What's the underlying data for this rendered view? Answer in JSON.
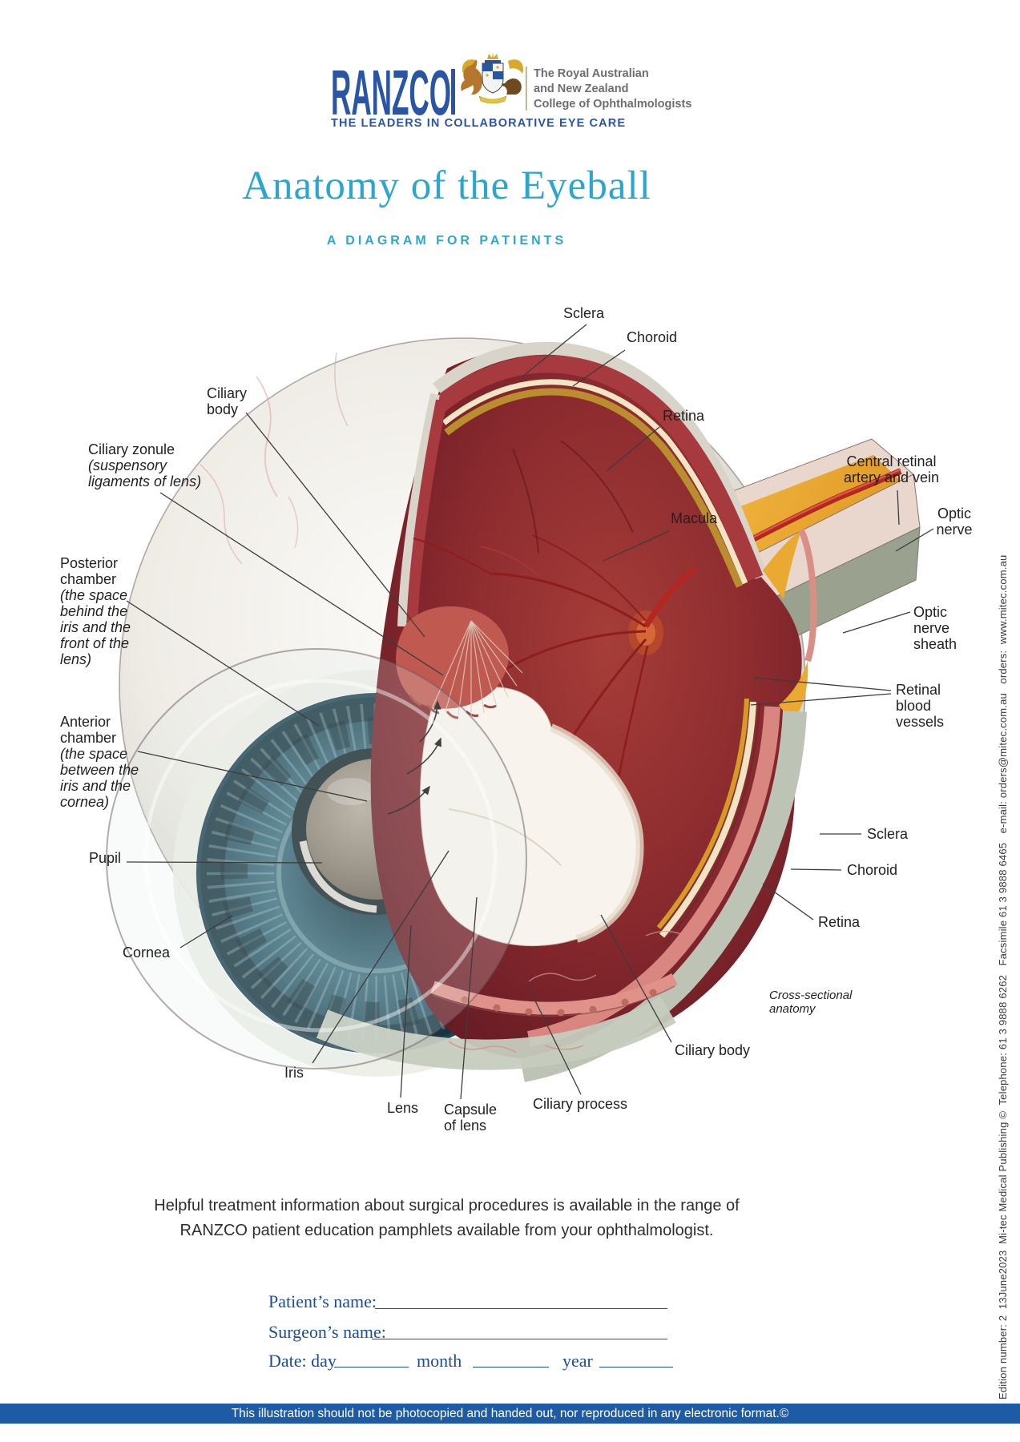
{
  "header": {
    "logo_text": "RANZCO",
    "org_name_lines": [
      "The Royal Australian",
      "and New Zealand",
      "College of Ophthalmologists"
    ],
    "tagline": "THE LEADERS IN COLLABORATIVE EYE CARE"
  },
  "title": "Anatomy of the Eyeball",
  "subtitle": "A DIAGRAM FOR PATIENTS",
  "diagram": {
    "caption_lines": [
      "Cross-sectional",
      "anatomy"
    ],
    "labels": {
      "sclera_top": "Sclera",
      "choroid_top": "Choroid",
      "retina_top": "Retina",
      "macula": "Macula",
      "central_retinal_artery_and_vein": [
        "Central retinal",
        "artery and vein"
      ],
      "optic_nerve": [
        "Optic",
        "nerve"
      ],
      "optic_nerve_sheath": [
        "Optic",
        "nerve",
        "sheath"
      ],
      "retinal_blood_vessels": [
        "Retinal",
        "blood",
        "vessels"
      ],
      "sclera_right": "Sclera",
      "choroid_right": "Choroid",
      "retina_right": "Retina",
      "ciliary_body_right": "Ciliary body",
      "ciliary_process": "Ciliary process",
      "capsule_of_lens": [
        "Capsule",
        "of lens"
      ],
      "lens": "Lens",
      "iris": "Iris",
      "cornea": "Cornea",
      "pupil": "Pupil",
      "anterior_chamber": {
        "name_lines": [
          "Anterior",
          "chamber"
        ],
        "desc_lines": [
          "(the space",
          "between the",
          "iris and the",
          "cornea)"
        ]
      },
      "posterior_chamber": {
        "name_lines": [
          "Posterior",
          "chamber"
        ],
        "desc_lines": [
          "(the space",
          "behind the",
          "iris and the",
          "front of the",
          "lens)"
        ]
      },
      "ciliary_zonule": {
        "name_lines": [
          "Ciliary zonule"
        ],
        "desc_lines": [
          "(suspensory",
          "ligaments of lens)"
        ]
      },
      "ciliary_body_top": [
        "Ciliary",
        "body"
      ]
    }
  },
  "note_lines": [
    "Helpful treatment information about surgical procedures is available in the range of",
    "RANZCO patient education pamphlets available from your ophthalmologist."
  ],
  "form": {
    "patient_label": "Patient’s name:",
    "surgeon_label": "Surgeon’s name:",
    "date_label": "Date: day",
    "month_label": "month",
    "year_label": "year"
  },
  "sidebar_vertical_text": "Edition number: 2  13June2023  Mi-tec Medical Publishing ©  Telephone: 61 3 9888 6262   Facsimile 61 3 9888 6465   e-mail: orders@mitec.com.au   orders:  www.mitec.com.au",
  "bottom_bar_text": "This illustration should not be photocopied and handed out, nor reproduced in any electronic format.©",
  "colors": {
    "brand_blue": "#2A55A5",
    "title_cyan": "#2BA7CF",
    "form_navy": "#1C4C9C",
    "bar_blue": "#1E5BA6",
    "label_ink": "#231F20",
    "org_grey": "#6D6E71"
  }
}
